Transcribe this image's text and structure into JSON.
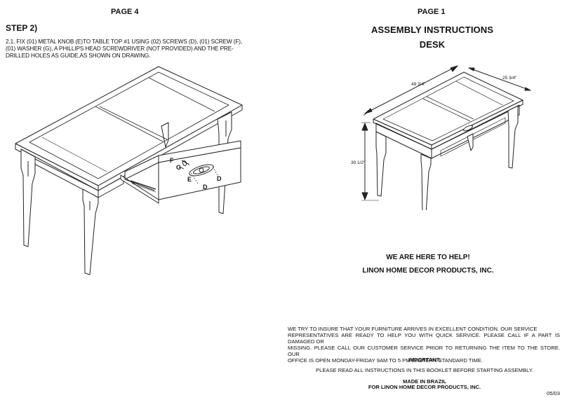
{
  "left_page": {
    "page_label": "PAGE 4",
    "step_title": "STEP 2)",
    "instruction_lines": [
      "2.1. FIX (01) METAL KNOB (E)TO  TABLE TOP #1 USING (02) SCREWS (D), (01) SCREW (F),",
      "(01) WASHER (G), A PHILLIPS HEAD SCREWDRIVER (NOT PROVIDED) AND THE PRE-",
      "DRILLED HOLES AS GUIDE,AS SHOWN ON DRAWING."
    ],
    "part_labels": {
      "f": "F",
      "g": "G",
      "e": "E",
      "d1": "D",
      "d2": "D"
    }
  },
  "right_page": {
    "page_label": "PAGE 1",
    "title": "ASSEMBLY INSTRUCTIONS",
    "subtitle": "DESK",
    "dimensions": {
      "width": "49  3/4\"",
      "depth": "25 3/4\"",
      "height": "30 1/2\""
    },
    "help_heading": "WE ARE HERE TO HELP!",
    "company": "LINON HOME DECOR PRODUCTS, INC.",
    "notice_lines": [
      "WE TRY TO INSURE THAT YOUR FURNITURE ARRIVES IN EXCELLENT CONDITION. OUR SERVICE",
      "REPRESENTATIVES ARE READY TO HELP YOU WITH QUICK SERVICE. PLEASE CALL IF A PART IS DAMAGED OR",
      "MISSING. PLEASE CALL OUR CUSTOMER SERVICE PRIOR TO RETURNING THE ITEM TO THE STORE. OUR",
      "OFFICE IS OPEN MONDAY-FRIDAY 9AM TO 5 PM EASTERN STANDARD TIME."
    ],
    "important_label": "IMPORTANT:",
    "important_text": "PLEASE READ ALL INSTRUCTIONS IN THIS BOOKLET BEFORE STARTING ASSEMBLY.",
    "made_in": "MADE IN BRAZIL",
    "made_for": "FOR LINON HOME DECOR PRODUCTS, INC.",
    "date_code": "05/03"
  }
}
